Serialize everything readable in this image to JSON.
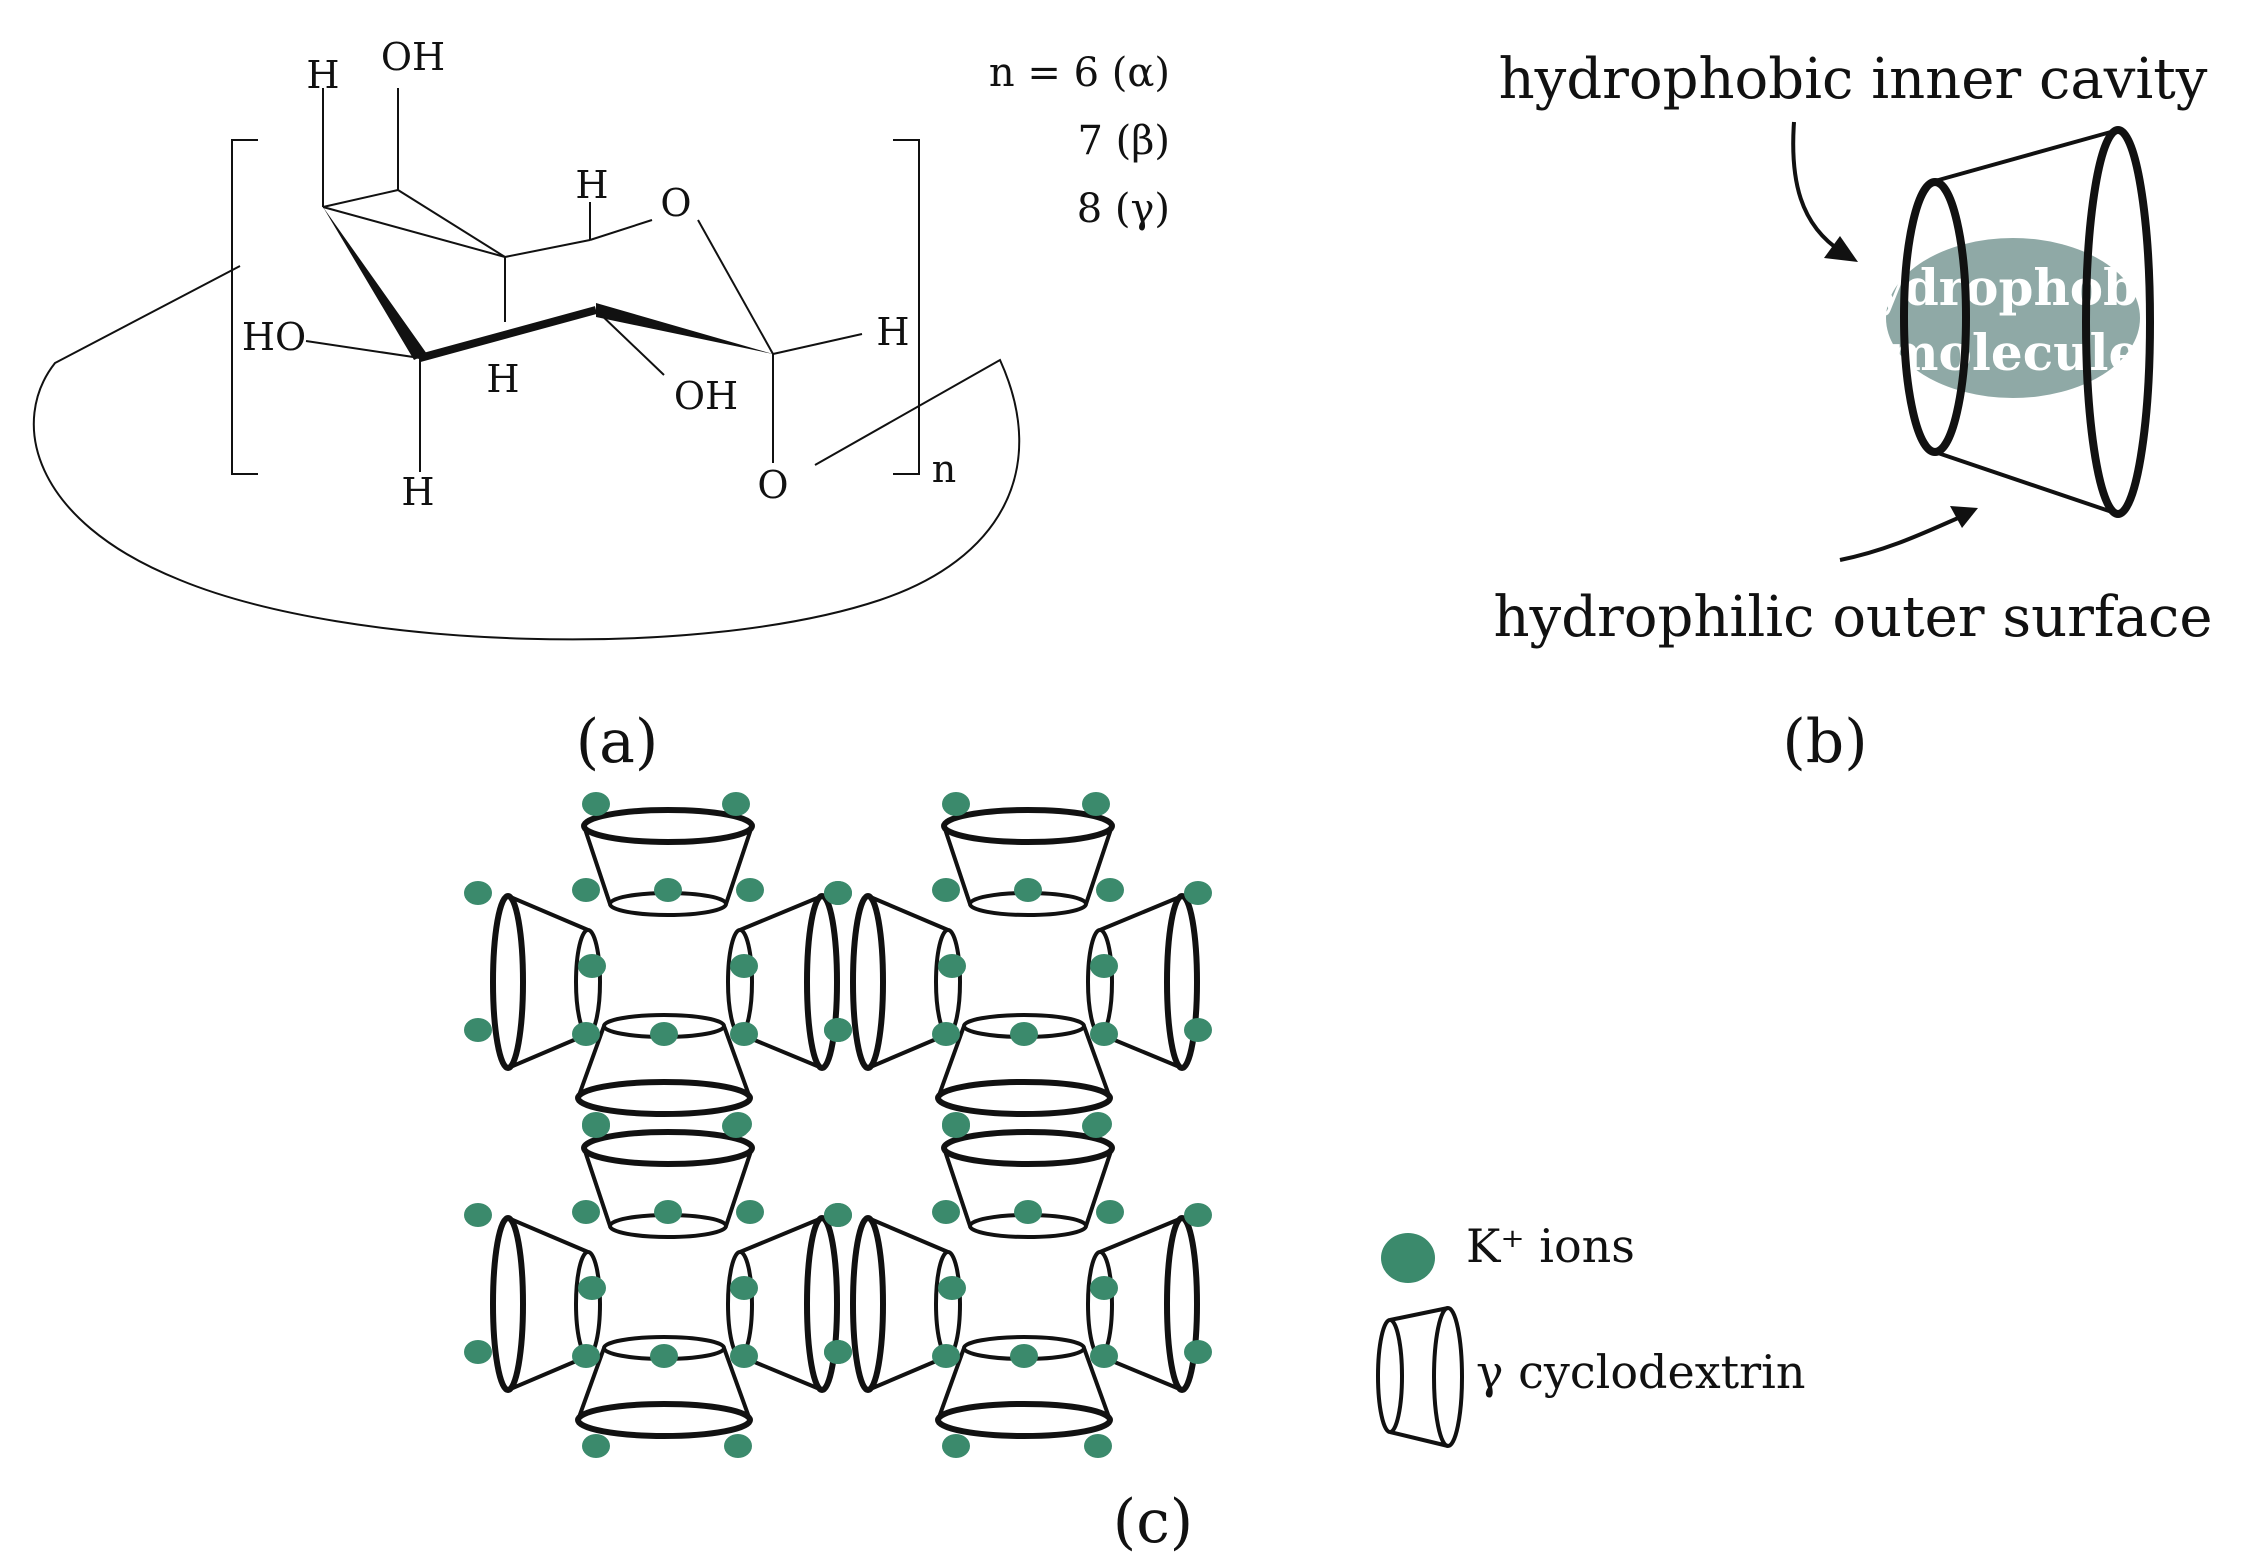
{
  "panel_a": {
    "label": "(a)",
    "atoms": {
      "h_top": "H",
      "oh_top": "OH",
      "h_c4": "H",
      "ring_o": "O",
      "ho_left": "HO",
      "h_mid": "H",
      "oh_c2": "OH",
      "h_right": "H",
      "h_bottom": "H",
      "o_glyco": "O"
    },
    "subscript_n": "n",
    "n_values": [
      "n = 6 (α)",
      "7 (β)",
      "8 (γ)"
    ]
  },
  "panel_b": {
    "label": "(b)",
    "top_label": "hydrophobic inner cavity",
    "bottom_label": "hydrophilic outer surface",
    "guest_line1": "hydrophobic",
    "guest_line2": "molecule",
    "guest_color": "#8fa9a6"
  },
  "panel_c": {
    "label": "(c)",
    "ion_color": "#3b8a6c",
    "legend": {
      "ion_label": "K⁺ ions",
      "cd_label": "γ cyclodextrin"
    }
  }
}
